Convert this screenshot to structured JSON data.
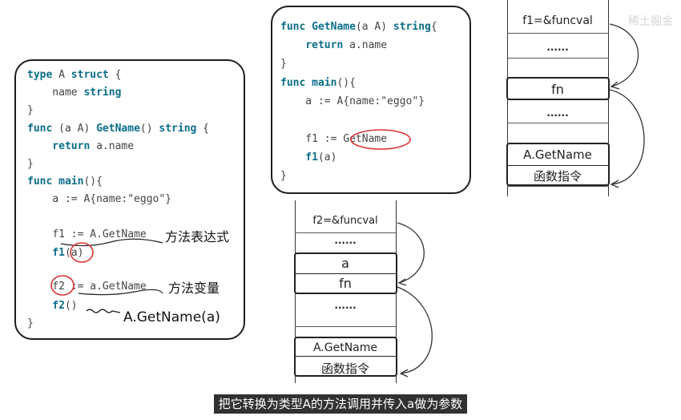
{
  "left_code": {
    "l1": {
      "kw": "type",
      "a": " A ",
      "kw2": "struct",
      "b": " {"
    },
    "l2": {
      "a": "    name ",
      "kw": "string"
    },
    "l3": "}",
    "l4": {
      "kw": "func",
      "a": " (a A) ",
      "kw2": "GetName",
      "b": "() ",
      "kw3": "string",
      "c": " {"
    },
    "l5": {
      "kw": "    return",
      "a": " a.name"
    },
    "l6": "}",
    "l7": {
      "kw": "func",
      "kw2": " main",
      "a": "(){"
    },
    "l8": "    a := A{name:\"eggo\"}",
    "l9": "    f1 := A.GetName",
    "l9_note": "方法表达式",
    "l10": {
      "kw": "    f1",
      "a": "(a)"
    },
    "l11": {
      "a": "    f2",
      "b": " := a.GetName"
    },
    "l11_note": "方法变量",
    "l12": {
      "kw": "    f2",
      "a": "()"
    },
    "l12_note": "A.GetName(a)",
    "l13": "}"
  },
  "top_code": {
    "l1": {
      "kw": "func",
      "kw2": " GetName",
      "a": "(a A) ",
      "kw3": "string",
      "b": "{"
    },
    "l2": {
      "kw": "    return",
      "a": " a.name"
    },
    "l3": "}",
    "l4": {
      "kw": "func",
      "kw2": " main",
      "a": "(){"
    },
    "l5": "    a := A{name:\"eggo\"}",
    "l6": "    f1 := ",
    "l6_circle": "GetName",
    "l7": {
      "kw": "    f1",
      "a": "(a)"
    },
    "l8": "}"
  },
  "stack_right": {
    "cells": [
      "f1=&funcval",
      "......",
      "fn",
      "......",
      "A.GetName",
      "函数指令"
    ]
  },
  "stack_middle": {
    "cells": [
      "f2=&funcval",
      "......",
      "a",
      "fn",
      "......",
      "A.GetName",
      "函数指令"
    ]
  },
  "caption": "把它转换为类型A的方法调用并传入a做为参数",
  "watermark": "稀土掘金"
}
